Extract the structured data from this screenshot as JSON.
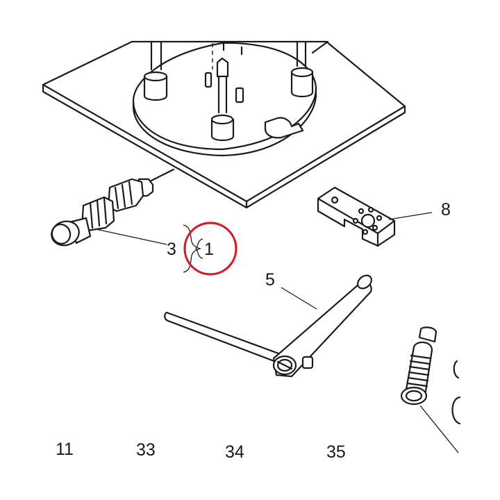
{
  "callouts": {
    "c1": "1",
    "c3": "3",
    "c5": "5",
    "c8": "8",
    "c11": "11",
    "c33": "33",
    "c34": "34",
    "c35": "35"
  },
  "highlight_color": "#d01f2a",
  "line_color": "#1a1a1a"
}
